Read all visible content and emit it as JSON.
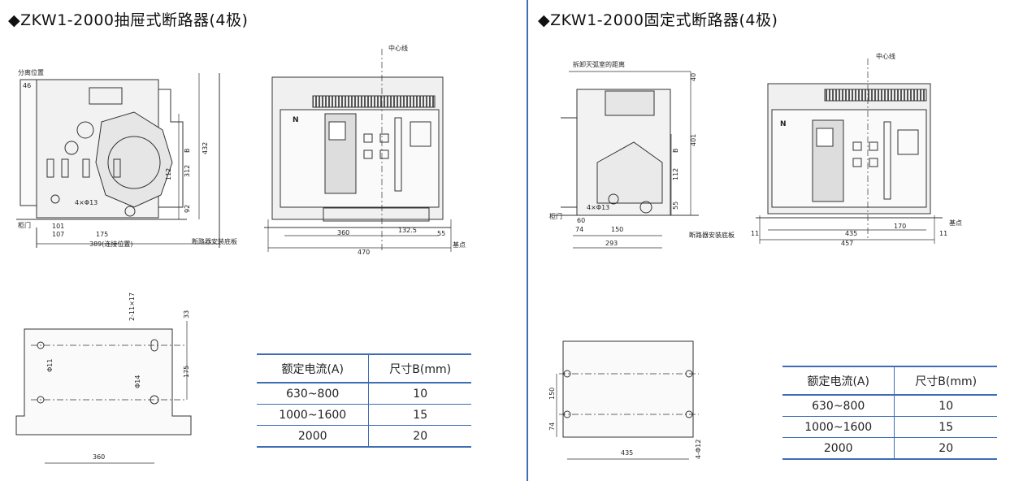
{
  "left": {
    "title": "◆ZKW1-2000抽屉式断路器(4极)",
    "side_view": {
      "callouts": [
        "分离位置",
        "柜门"
      ],
      "holes": "4×Φ13",
      "dims": [
        "46",
        "101",
        "107",
        "175",
        "389(连接位置)",
        "432",
        "312",
        "112",
        "92",
        "B"
      ]
    },
    "front_view": {
      "centerline": "中心线",
      "pole_mark": "N",
      "base_plate": "断路器安装底板",
      "datum": "基点",
      "dims": [
        "360",
        "132.5",
        "55",
        "470"
      ]
    },
    "mount_plan": {
      "slot": "2-11×17",
      "dims": [
        "33",
        "175",
        "360",
        "Φ11",
        "Φ14"
      ]
    },
    "table": {
      "headers": [
        "额定电流(A)",
        "尺寸B(mm)"
      ],
      "rows": [
        [
          "630~800",
          "10"
        ],
        [
          "1000~1600",
          "15"
        ],
        [
          "2000",
          "20"
        ]
      ]
    }
  },
  "right": {
    "title": "◆ZKW1-2000固定式断路器(4极)",
    "side_view": {
      "callouts": [
        "拆卸灭弧室的距离",
        "柜门"
      ],
      "holes": "4×Φ13",
      "dims": [
        "40",
        "401",
        "B",
        "112",
        "55",
        "60",
        "74",
        "150",
        "293"
      ]
    },
    "front_view": {
      "centerline": "中心线",
      "pole_mark": "N",
      "base_plate": "断路器安装底板",
      "datum": "基点",
      "dims": [
        "11",
        "435",
        "170",
        "11",
        "457"
      ]
    },
    "mount_plan": {
      "dims": [
        "150",
        "74",
        "435",
        "4-Φ12"
      ]
    },
    "table": {
      "headers": [
        "额定电流(A)",
        "尺寸B(mm)"
      ],
      "rows": [
        [
          "630~800",
          "10"
        ],
        [
          "1000~1600",
          "15"
        ],
        [
          "2000",
          "20"
        ]
      ]
    }
  },
  "colors": {
    "accent": "#3d6db5",
    "line": "#333333",
    "grille": "#555555"
  }
}
